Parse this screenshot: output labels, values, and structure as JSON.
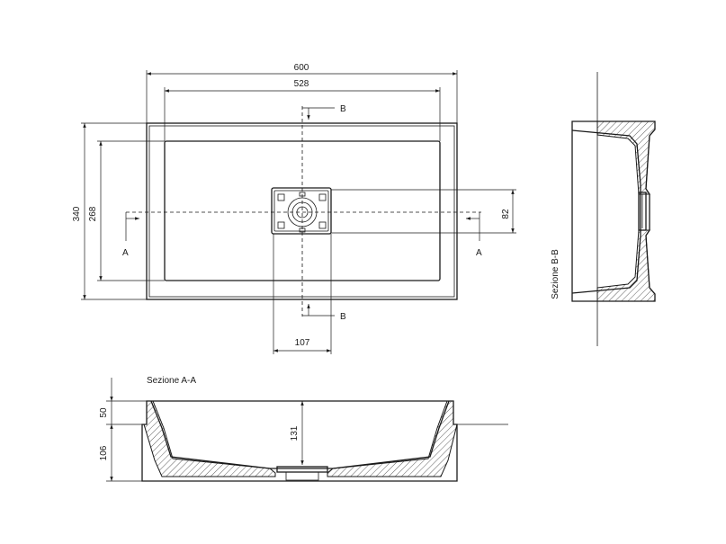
{
  "dimensions": {
    "outer_width": "600",
    "inner_width": "528",
    "outer_depth": "340",
    "inner_depth": "268",
    "drain_offset": "82",
    "drain_width": "107",
    "rim_height": "50",
    "base_height": "106",
    "basin_depth": "131"
  },
  "section_labels": {
    "cut_b_top": "B",
    "cut_b_bottom": "B",
    "cut_a_left": "A",
    "cut_a_right": "A"
  },
  "section_titles": {
    "section_aa": "Sezione A-A",
    "section_bb": "Sezione B-B"
  }
}
